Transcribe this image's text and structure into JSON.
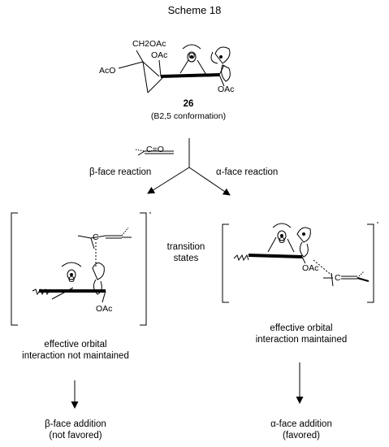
{
  "scheme": {
    "title": "Scheme 18"
  },
  "compound": {
    "label_ch2oac": "CH2OAc",
    "label_oac_top": "OAc",
    "label_aco_left": "AcO",
    "label_oac_right": "OAc",
    "label_ring_o": "O",
    "number": "26",
    "conformation": "(B2,5 conformation)"
  },
  "reagent": {
    "label": "C=O"
  },
  "branches": {
    "beta_reaction": "β-face reaction",
    "alpha_reaction": "α-face reaction",
    "middle_label_line1": "transition",
    "middle_label_line2": "states"
  },
  "left_ts": {
    "label_oac": "OAc",
    "label_o": "O",
    "label_c": "C",
    "caption_line1": "effective orbital",
    "caption_line2": "interaction not maintained",
    "product_line1": "β-face addition",
    "product_line2": "(not favored)"
  },
  "right_ts": {
    "label_oac": "OAc",
    "label_o": "O",
    "label_c": "C",
    "caption_line1": "effective orbital",
    "caption_line2": "interaction maintained",
    "product_line1": "α-face addition",
    "product_line2": "(favored)"
  }
}
